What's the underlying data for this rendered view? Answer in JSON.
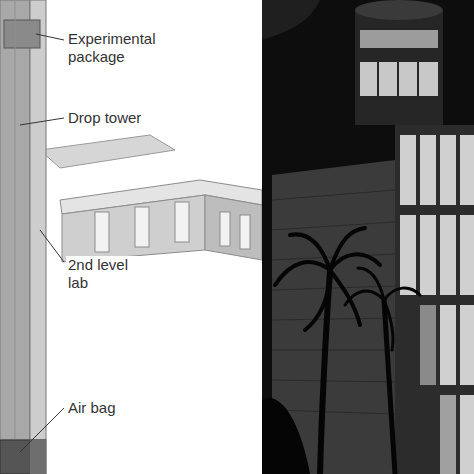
{
  "diagram": {
    "labels": [
      "Experimental package",
      "Drop tower",
      "2nd level lab",
      "Air bag"
    ]
  }
}
